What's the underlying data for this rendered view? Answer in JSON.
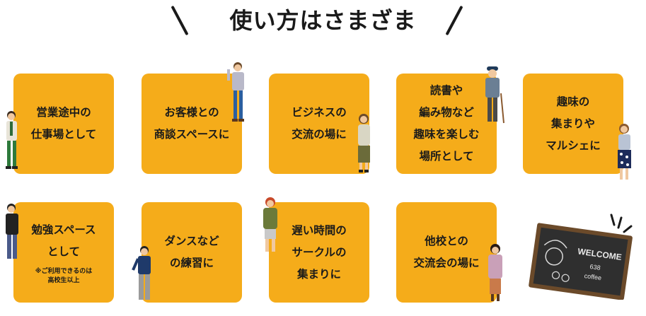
{
  "heading": "使い方はさまざま",
  "cards": [
    {
      "label": "営業途中の\n仕事場として"
    },
    {
      "label": "お客様との\n商談スペースに"
    },
    {
      "label": "ビジネスの\n交流の場に"
    },
    {
      "label": "読書や\n編み物など\n趣味を楽しむ\n場所として"
    },
    {
      "label": "趣味の\n集まりや\nマルシェに"
    },
    {
      "label": "勉強スペース\nとして",
      "note": "※ご利用できるのは\n高校生以上"
    },
    {
      "label": "ダンスなど\nの練習に"
    },
    {
      "label": "遅い時間の\nサークルの\n集まりに"
    },
    {
      "label": "他校との\n交流会の場に"
    }
  ],
  "board": {
    "text": "WELCOME",
    "sub1": "638",
    "sub2": "coffee"
  },
  "colors": {
    "card": "#f5ac1a",
    "text": "#1a1a1a"
  }
}
